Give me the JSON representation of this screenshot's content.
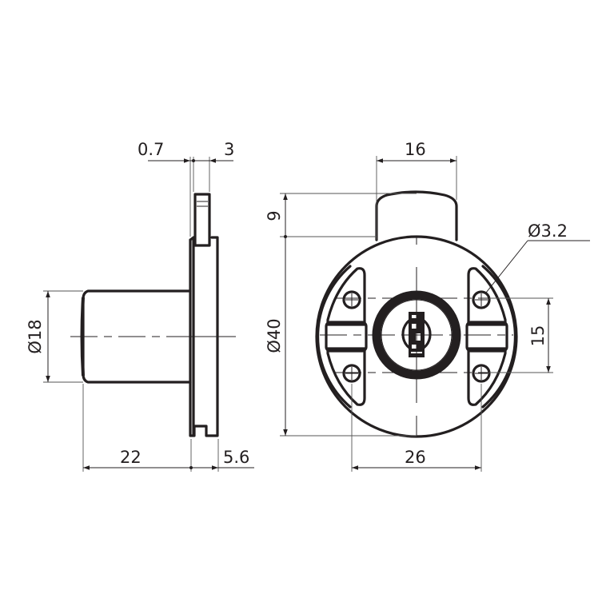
{
  "drawing": {
    "title": "Cam lock technical drawing",
    "side_view": {
      "dimensions": {
        "flange_offset": "0.7",
        "cam_thickness": "3",
        "cylinder_diameter": "Ø18",
        "cylinder_length": "22",
        "flange_thickness": "5.6"
      }
    },
    "front_view": {
      "dimensions": {
        "cam_width": "16",
        "cam_height": "9",
        "body_diameter": "Ø40",
        "screw_hole_diameter": "Ø3.2",
        "hole_vertical_spacing": "15",
        "hole_horizontal_spacing": "26"
      }
    },
    "colors": {
      "line": "#231f20",
      "background": "#ffffff"
    }
  }
}
